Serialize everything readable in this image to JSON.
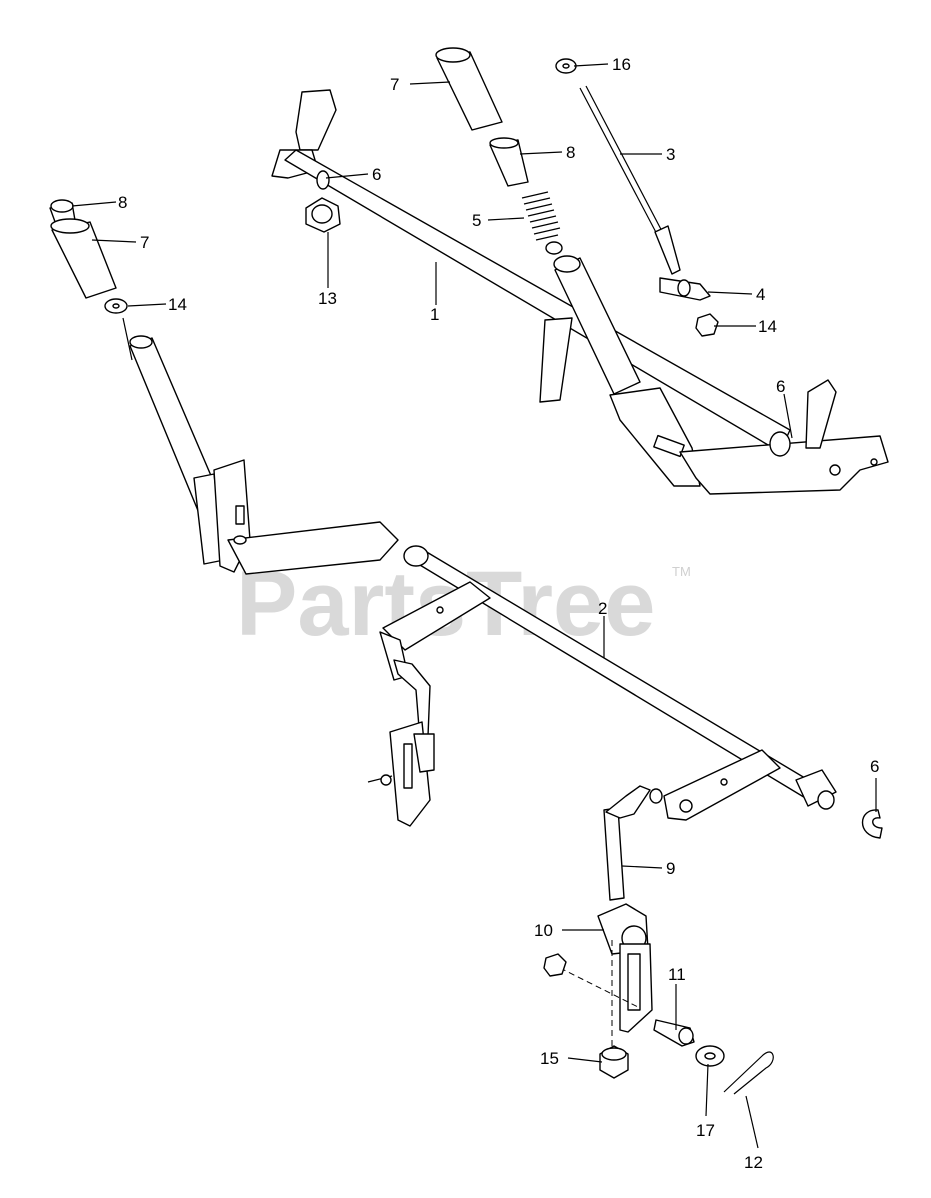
{
  "watermark": {
    "text": "PartsTree",
    "trademark": "TM"
  },
  "callouts": [
    {
      "label": "16"
    },
    {
      "label": "7"
    },
    {
      "label": "8"
    },
    {
      "label": "3"
    },
    {
      "label": "6"
    },
    {
      "label": "5"
    },
    {
      "label": "8"
    },
    {
      "label": "7"
    },
    {
      "label": "13"
    },
    {
      "label": "1"
    },
    {
      "label": "4"
    },
    {
      "label": "14"
    },
    {
      "label": "14"
    },
    {
      "label": "6"
    },
    {
      "label": "2"
    },
    {
      "label": "6"
    },
    {
      "label": "9"
    },
    {
      "label": "10"
    },
    {
      "label": "11"
    },
    {
      "label": "15"
    },
    {
      "label": "17"
    },
    {
      "label": "12"
    }
  ]
}
